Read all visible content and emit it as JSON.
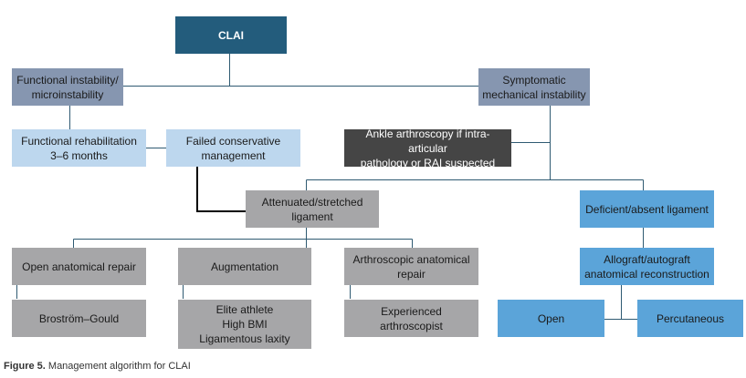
{
  "nodes": {
    "clai": "CLAI",
    "functional": "Functional instability/\nmicroinstability",
    "symptomatic": "Symptomatic\nmechanical instability",
    "rehab": "Functional rehabilitation\n3–6 months",
    "failed": "Failed conservative\nmanagement",
    "arthroscopy": "Ankle arthroscopy if intra-articular\npathology or RAI suspected",
    "attenuated": "Attenuated/stretched\nligament",
    "deficient": "Deficient/absent ligament",
    "open_repair": "Open anatomical repair",
    "augmentation": "Augmentation",
    "arthroscopic_repair": "Arthroscopic anatomical\nrepair",
    "allograft": "Allograft/autograft\nanatomical reconstruction",
    "brostrom": "Broström–Gould",
    "augmentation_indications": "Elite athlete\nHigh BMI\nLigamentous laxity",
    "experienced": "Experienced\narthroscopist",
    "open": "Open",
    "percutaneous": "Percutaneous"
  },
  "caption": {
    "label": "Figure 5.",
    "text": " Management algorithm for CLAI"
  },
  "colors": {
    "clai": "#235c7c",
    "instability": "#8696b0",
    "conservative": "#bdd7ee",
    "arthroscopy": "#454545",
    "attenuated": "#a6a6a8",
    "deficient": "#5ba4d9",
    "connector": "#2f5a72"
  }
}
